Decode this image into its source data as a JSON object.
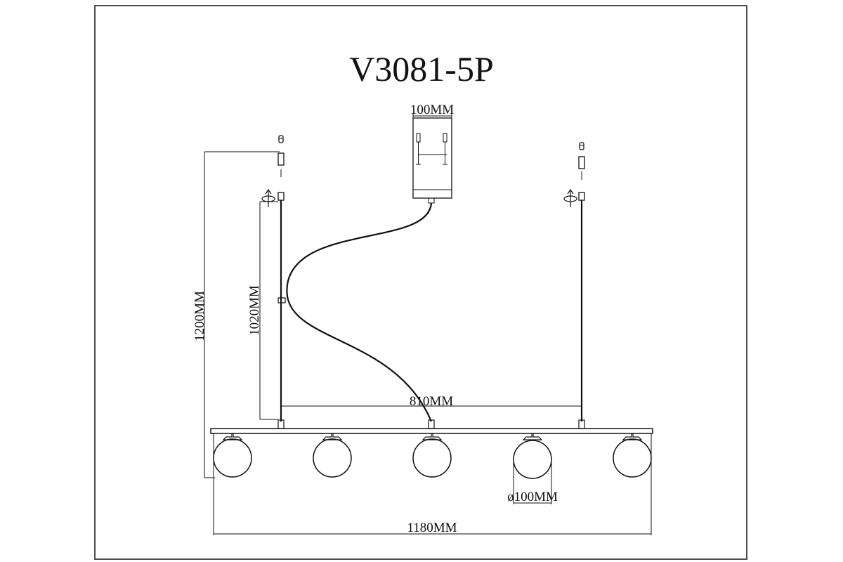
{
  "title": "V3081-5P",
  "dimensions": {
    "canopy_width": "100MM",
    "total_height": "1200MM",
    "rod_height": "1020MM",
    "suspension_spacing": "810MM",
    "globe_diameter": "ø100MM",
    "total_length": "1180MM"
  },
  "colors": {
    "line": "#111111",
    "background": "#ffffff"
  },
  "icons": {
    "rotate": "rotate-arrow-icon",
    "screw": "screw-icon"
  },
  "globe_count": 5
}
